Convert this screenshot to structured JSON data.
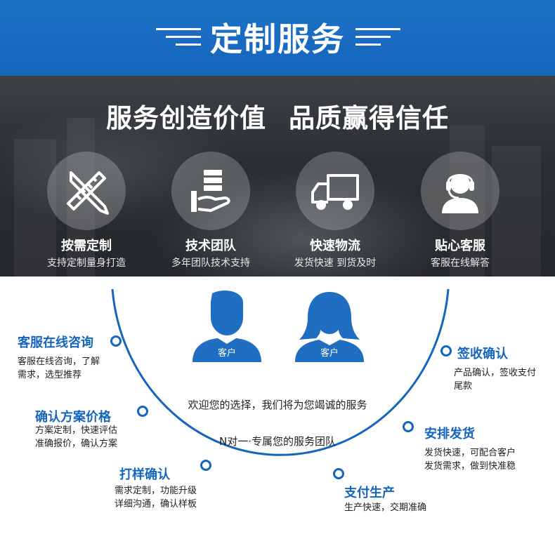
{
  "header": {
    "title": "定制服务"
  },
  "slogan": {
    "part1": "服务创造价值",
    "part2": "品质赢得信任"
  },
  "features": [
    {
      "icon": "ruler-pencil-icon",
      "title": "按需定制",
      "subtitle": "支持定制量身打造"
    },
    {
      "icon": "server-hand-icon",
      "title": "技术团队",
      "subtitle": "多年团队技术支持"
    },
    {
      "icon": "truck-icon",
      "title": "快速物流",
      "subtitle": "发货快速 到货及时"
    },
    {
      "icon": "headset-agent-icon",
      "title": "贴心客服",
      "subtitle": "客服在线解答"
    }
  ],
  "customers": [
    {
      "icon": "male-customer-icon",
      "label": "客户"
    },
    {
      "icon": "female-customer-icon",
      "label": "客户"
    }
  ],
  "center": {
    "line1": "欢迎您的选择，我们将为您竭诚的服务",
    "line2": "N对一·专属您的服务团队"
  },
  "steps": [
    {
      "title": "客服在线咨询",
      "desc1": "客服在线咨询，了解",
      "desc2": "需求，选型推荐"
    },
    {
      "title": "确认方案价格",
      "desc1": "方案定制，快速评估",
      "desc2": "准确报价，确认方案"
    },
    {
      "title": "打样确认",
      "desc1": "需求定制，功能升级",
      "desc2": "详细沟通，确认样板"
    },
    {
      "title": "支付生产",
      "desc1": "生产快速，交期准确"
    },
    {
      "title": "安排发货",
      "desc1": "发货快速，可配合客户",
      "desc2": "发货需求，做到快准稳"
    },
    {
      "title": "签收确认",
      "desc1": "产品确认，签收支付",
      "desc2": "尾款"
    }
  ],
  "colors": {
    "brand_blue": "#1565bd",
    "band_dark": "#2a2d31",
    "text": "#222222"
  }
}
